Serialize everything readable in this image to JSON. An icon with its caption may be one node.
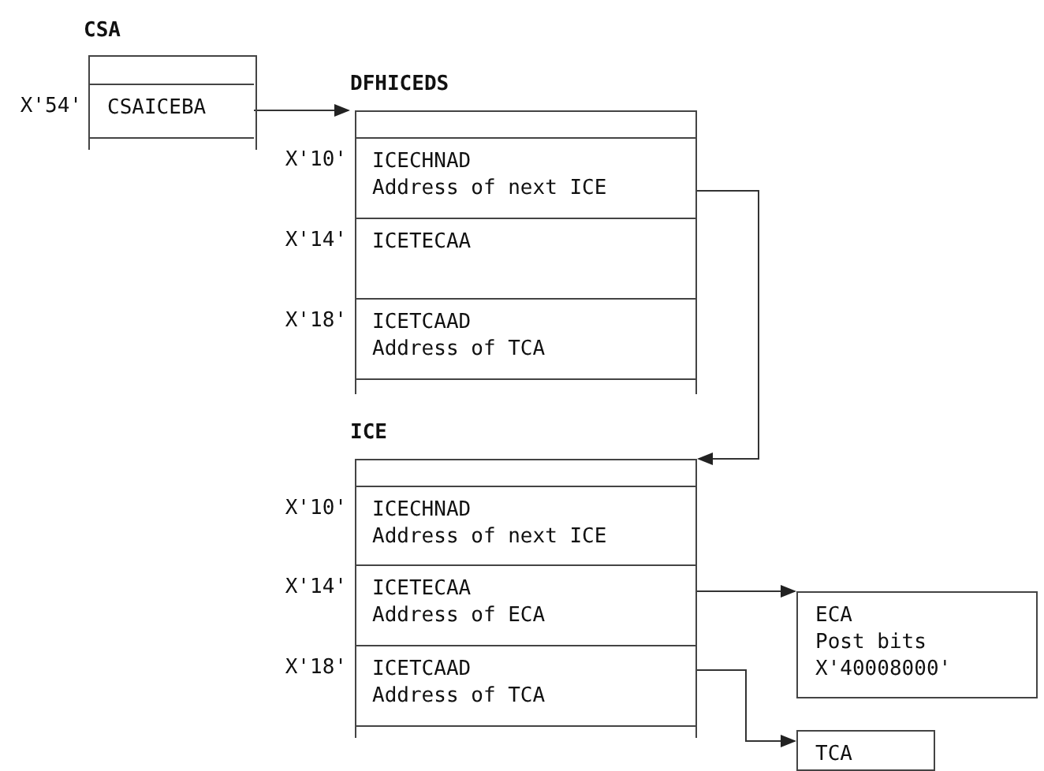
{
  "diagram": {
    "nodes": [
      {
        "text": [
          "CSA"
        ]
      },
      {
        "text": [
          "CSAICEBA"
        ],
        "in": 0,
        "beside": [
          "X'54'"
        ]
      },
      {
        "text": [
          "DFHICEDS"
        ]
      },
      {
        "text": [
          "ICECHNAD",
          "Address of next ICE"
        ],
        "in": 2,
        "beside": [
          "X'10'"
        ]
      },
      {
        "text": [
          "ICETECAA"
        ],
        "in": 2,
        "beside": [
          "X'14'"
        ]
      },
      {
        "text": [
          "ICETCAAD",
          "Address of TCA"
        ],
        "in": 2,
        "beside": [
          "X'18'"
        ]
      },
      {
        "text": [
          "ICE"
        ]
      },
      {
        "text": [
          "ICECHNAD",
          "Address of next ICE"
        ],
        "in": 6,
        "beside": [
          "X'10'"
        ]
      },
      {
        "text": [
          "ICETECAA",
          "Address of ECA"
        ],
        "in": 6,
        "beside": [
          "X'14'"
        ]
      },
      {
        "text": [
          "ICETCAAD",
          "Address of TCA"
        ],
        "in": 6,
        "beside": [
          "X'18'"
        ]
      },
      {
        "text": [
          "ECA",
          "Post bits X'40008000'"
        ]
      },
      {
        "text": [
          "TCA"
        ]
      }
    ],
    "edges": [
      {
        "from": 1,
        "to": 2,
        "arrow": "to"
      },
      {
        "from": 3,
        "to": 6,
        "arrow": "to"
      },
      {
        "from": 8,
        "to": 10,
        "arrow": "to"
      },
      {
        "from": 9,
        "to": 11,
        "arrow": "to"
      }
    ]
  }
}
